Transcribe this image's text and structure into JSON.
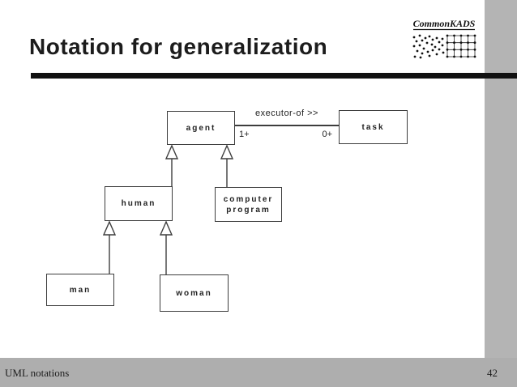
{
  "header": {
    "title": "Notation for generalization",
    "logo_text": "CommonKADS"
  },
  "footer": {
    "left_text": "UML notations",
    "page_number": "42"
  },
  "diagram": {
    "type": "uml-class-generalization",
    "nodes": {
      "agent": "agent",
      "task": "task",
      "human": "human",
      "computer_program": "computer program",
      "man": "man",
      "woman": "woman"
    },
    "association": {
      "label": "executor-of >>",
      "from": "agent",
      "to": "task",
      "from_multiplicity": "1+",
      "to_multiplicity": "0+"
    },
    "generalizations": [
      {
        "child": "human",
        "parent": "agent"
      },
      {
        "child": "computer program",
        "parent": "agent"
      },
      {
        "child": "man",
        "parent": "human"
      },
      {
        "child": "woman",
        "parent": "human"
      }
    ]
  },
  "colors": {
    "side_band": "#b4b4b4",
    "footer_bg": "#aeaeae",
    "title_rule": "#111111",
    "box_border": "#3d3d3d"
  }
}
